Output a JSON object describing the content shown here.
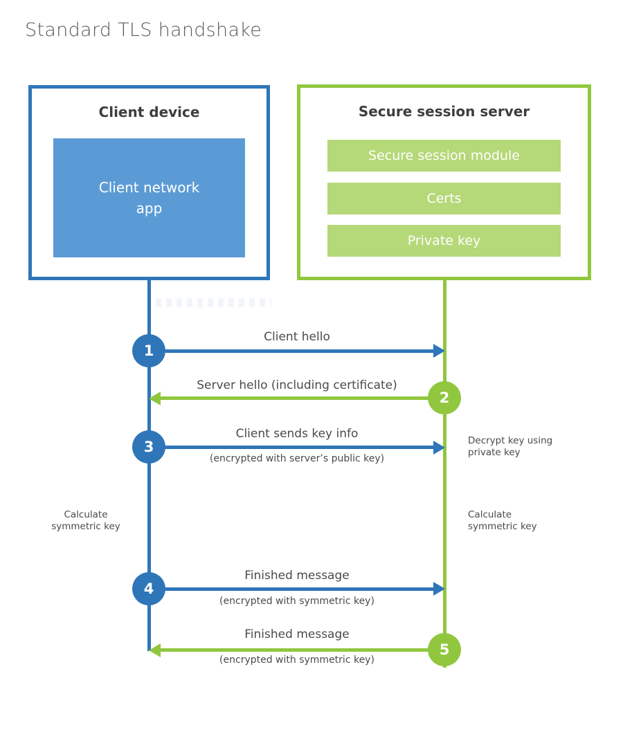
{
  "title": "Standard TLS handshake",
  "client": {
    "title": "Client device",
    "app_line1": "Client network",
    "app_line2": "app"
  },
  "server": {
    "title": "Secure session server",
    "modules": [
      "Secure session module",
      "Certs",
      "Private key"
    ]
  },
  "messages": [
    {
      "num": "1",
      "label": "Client hello"
    },
    {
      "num": "2",
      "label": "Server hello (including certificate)"
    },
    {
      "num": "3",
      "label": "Client sends key info",
      "sub": "(encrypted with server’s public key)"
    },
    {
      "num": "4",
      "label": "Finished message",
      "sub": "(encrypted with symmetric key)"
    },
    {
      "num": "5",
      "label": "Finished message",
      "sub": "(encrypted with symmetric key)"
    }
  ],
  "notes": {
    "decrypt_line1": "Decrypt key using",
    "decrypt_line2": "private key",
    "calc_left_line1": "Calculate",
    "calc_left_line2": "symmetric key",
    "calc_right_line1": "Calculate",
    "calc_right_line2": "symmetric key"
  },
  "colors": {
    "blue": "#2e76b8",
    "light_blue": "#5b9bd5",
    "green": "#90c73e",
    "light_green": "#b5d878",
    "heading_text": "#3d3d3d",
    "body_text": "#4a4a4a",
    "title_text": "#595959"
  }
}
